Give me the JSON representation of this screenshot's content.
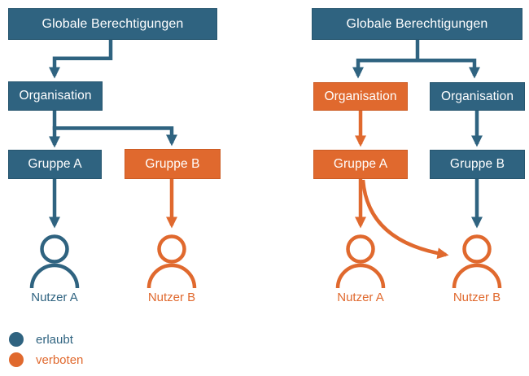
{
  "colors": {
    "allowed": "#2F6380",
    "allowed_border": "#27566F",
    "forbidden": "#E0692E",
    "forbidden_border": "#CC5C24",
    "box_text": "#FFFFFF",
    "background": "#FFFFFF"
  },
  "diagram_left": {
    "root_label": "Globale Berechtigungen",
    "org_label": "Organisation",
    "group_a_label": "Gruppe A",
    "group_b_label": "Gruppe B",
    "user_a_label": "Nutzer A",
    "user_b_label": "Nutzer B",
    "states": {
      "root": "allowed",
      "org": "allowed",
      "group_a": "allowed",
      "group_b": "forbidden",
      "user_a": "allowed",
      "user_b": "forbidden"
    }
  },
  "diagram_right": {
    "root_label": "Globale Berechtigungen",
    "org_a_label": "Organisation",
    "org_b_label": "Organisation",
    "group_a_label": "Gruppe A",
    "group_b_label": "Gruppe B",
    "user_a_label": "Nutzer A",
    "user_b_label": "Nutzer B",
    "states": {
      "root": "allowed",
      "org_a": "forbidden",
      "org_b": "allowed",
      "group_a": "forbidden",
      "group_b": "allowed",
      "user_a": "forbidden",
      "user_b": "forbidden"
    }
  },
  "legend": {
    "items": [
      {
        "label": "erlaubt",
        "state": "allowed",
        "color": "#2F6380"
      },
      {
        "label": "verboten",
        "state": "forbidden",
        "color": "#E0692E"
      }
    ]
  }
}
